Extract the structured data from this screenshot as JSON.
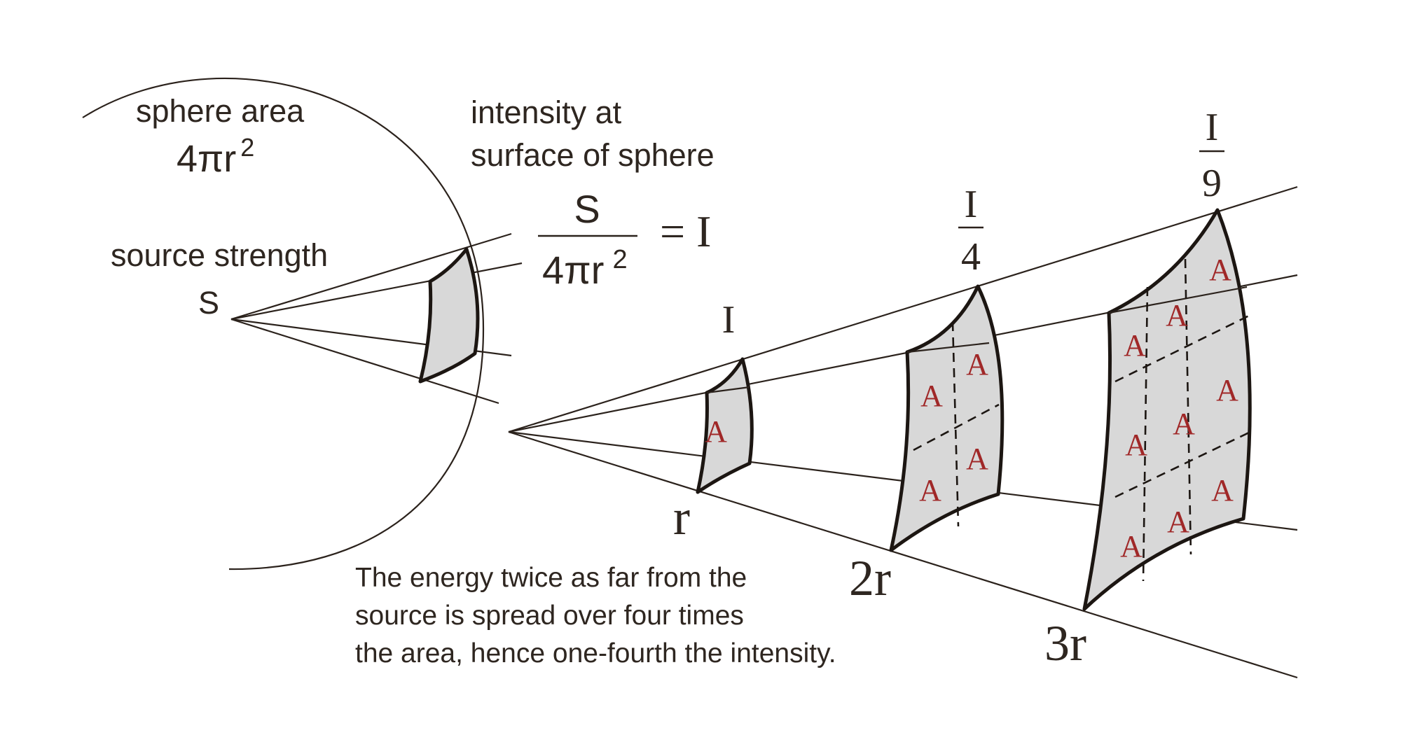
{
  "sphere": {
    "area_label": "sphere area",
    "area_formula": "4πr",
    "area_exponent": "2"
  },
  "source": {
    "label": "source strength",
    "symbol": "S"
  },
  "intensity": {
    "label_line1": "intensity at",
    "label_line2": "surface of sphere",
    "numerator": "S",
    "denominator": "4πr",
    "denominator_exponent": "2",
    "equals": "= I"
  },
  "patch_labels": {
    "r": {
      "value": "I"
    },
    "two_r": {
      "numerator": "I",
      "denominator": "4"
    },
    "three_r": {
      "numerator": "I",
      "denominator": "9"
    }
  },
  "distances": {
    "r": "r",
    "two_r": "2r",
    "three_r": "3r"
  },
  "area_letter": "A",
  "caption": {
    "line1": "The energy twice as far from the",
    "line2": "source is spread over four times",
    "line3": "the area, hence one-fourth the intensity."
  },
  "colors": {
    "patch_fill": "#d8d8d8",
    "area_letter": "#a02828",
    "text": "#2e2620"
  }
}
